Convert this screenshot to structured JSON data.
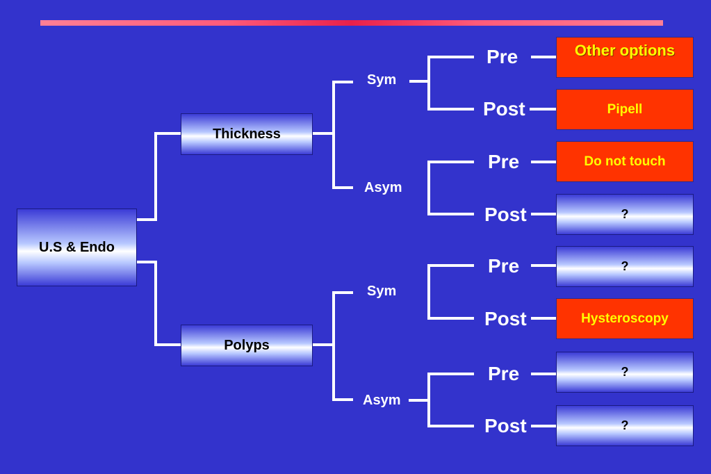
{
  "root": "U.S & Endo",
  "branches": [
    {
      "label": "Thickness",
      "subs": [
        {
          "label": "Sym",
          "leaves": [
            {
              "label": "Pre",
              "result": "Other options",
              "color": "#ff3300"
            },
            {
              "label": "Post",
              "result": "Pipell",
              "color": "#ff3300"
            }
          ]
        },
        {
          "label": "Asym",
          "leaves": [
            {
              "label": "Pre",
              "result": "Do not touch",
              "color": "#ff3300"
            },
            {
              "label": "Post",
              "result": "?",
              "color": "blue-gradient"
            }
          ]
        }
      ]
    },
    {
      "label": "Polyps",
      "subs": [
        {
          "label": "Sym",
          "leaves": [
            {
              "label": "Pre",
              "result": "?",
              "color": "blue-gradient"
            },
            {
              "label": "Post",
              "result": "Hysteroscopy",
              "color": "#ff3300"
            }
          ]
        },
        {
          "label": "Asym",
          "leaves": [
            {
              "label": "Pre",
              "result": "?",
              "color": "blue-gradient"
            },
            {
              "label": "Post",
              "result": "?",
              "color": "blue-gradient"
            }
          ]
        }
      ]
    }
  ],
  "colors": {
    "background": "#3333cc",
    "highlight": "#ff3300",
    "highlight_text": "#ffff00"
  }
}
